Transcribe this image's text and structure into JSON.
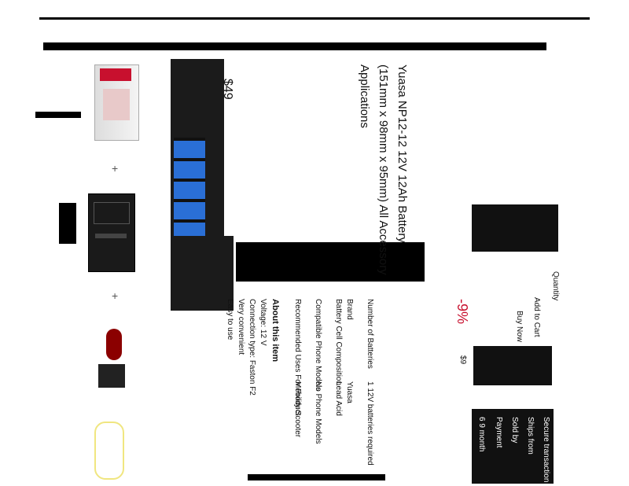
{
  "product": {
    "title_lines": [
      "Yuasa NP12-12 12V 12Ah Battery",
      "(151mm x 98mm x 95mm) All Accessory",
      "Applications"
    ],
    "price": "$49",
    "discount": "-9%",
    "price_small": "$9"
  },
  "details": {
    "rows": [
      {
        "label": "Number of Batteries",
        "value": "1 12V batteries required"
      },
      {
        "label": "Brand",
        "value": "Yuasa"
      },
      {
        "label": "Battery Cell Composition",
        "value": "Lead Acid"
      },
      {
        "label": "Compatible Phone Models",
        "value": "No Phone Models"
      },
      {
        "label": "Recommended Uses For Product",
        "value": "Mobility Scooter"
      }
    ]
  },
  "about": {
    "heading": "About this item",
    "bullets": [
      "Voltage: 12 V",
      "Connection type: Faston F2",
      "Very convenient",
      "Easy to use"
    ]
  },
  "buy_box": {
    "quantity_label": "Quantity",
    "add_to_cart": "Add to Cart",
    "buy_now": "Buy Now",
    "secure": "Secure transaction",
    "ships_from": "Ships from",
    "sold_by": "Sold by",
    "payment": "Payment",
    "months": "6 9 month"
  },
  "colors": {
    "accent_red": "#c8102e",
    "black": "#000000"
  }
}
